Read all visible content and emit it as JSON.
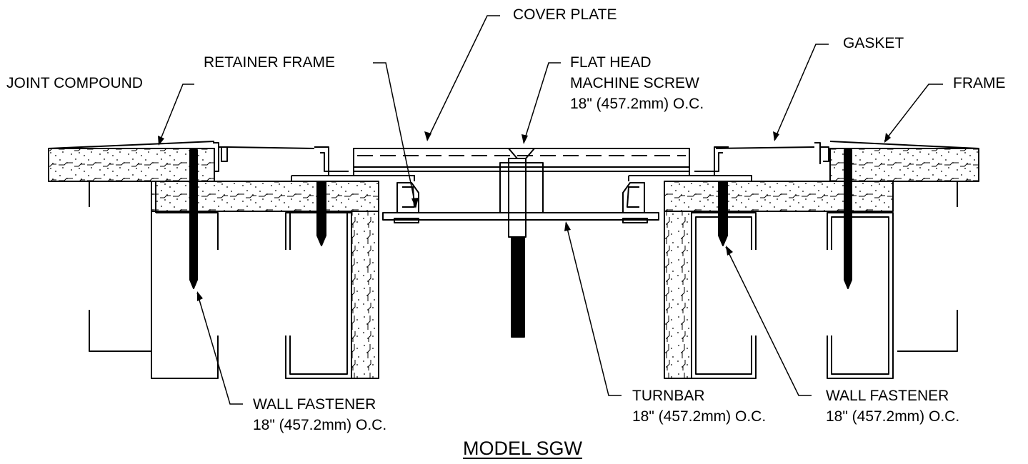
{
  "title": "MODEL SGW",
  "labels": {
    "cover_plate": "COVER PLATE",
    "retainer_frame": "RETAINER FRAME",
    "joint_compound": "JOINT COMPOUND",
    "flat_head_screw": [
      "FLAT HEAD",
      "MACHINE SCREW",
      "18\" (457.2mm) O.C."
    ],
    "gasket": "GASKET",
    "frame": "FRAME",
    "wall_fastener_left": [
      "WALL FASTENER",
      "18\" (457.2mm) O.C."
    ],
    "turnbar": [
      "TURNBAR",
      "18\" (457.2mm) O.C."
    ],
    "wall_fastener_right": [
      "WALL FASTENER",
      "18\" (457.2mm) O.C."
    ]
  },
  "colors": {
    "line": "#000000",
    "background": "#ffffff"
  }
}
